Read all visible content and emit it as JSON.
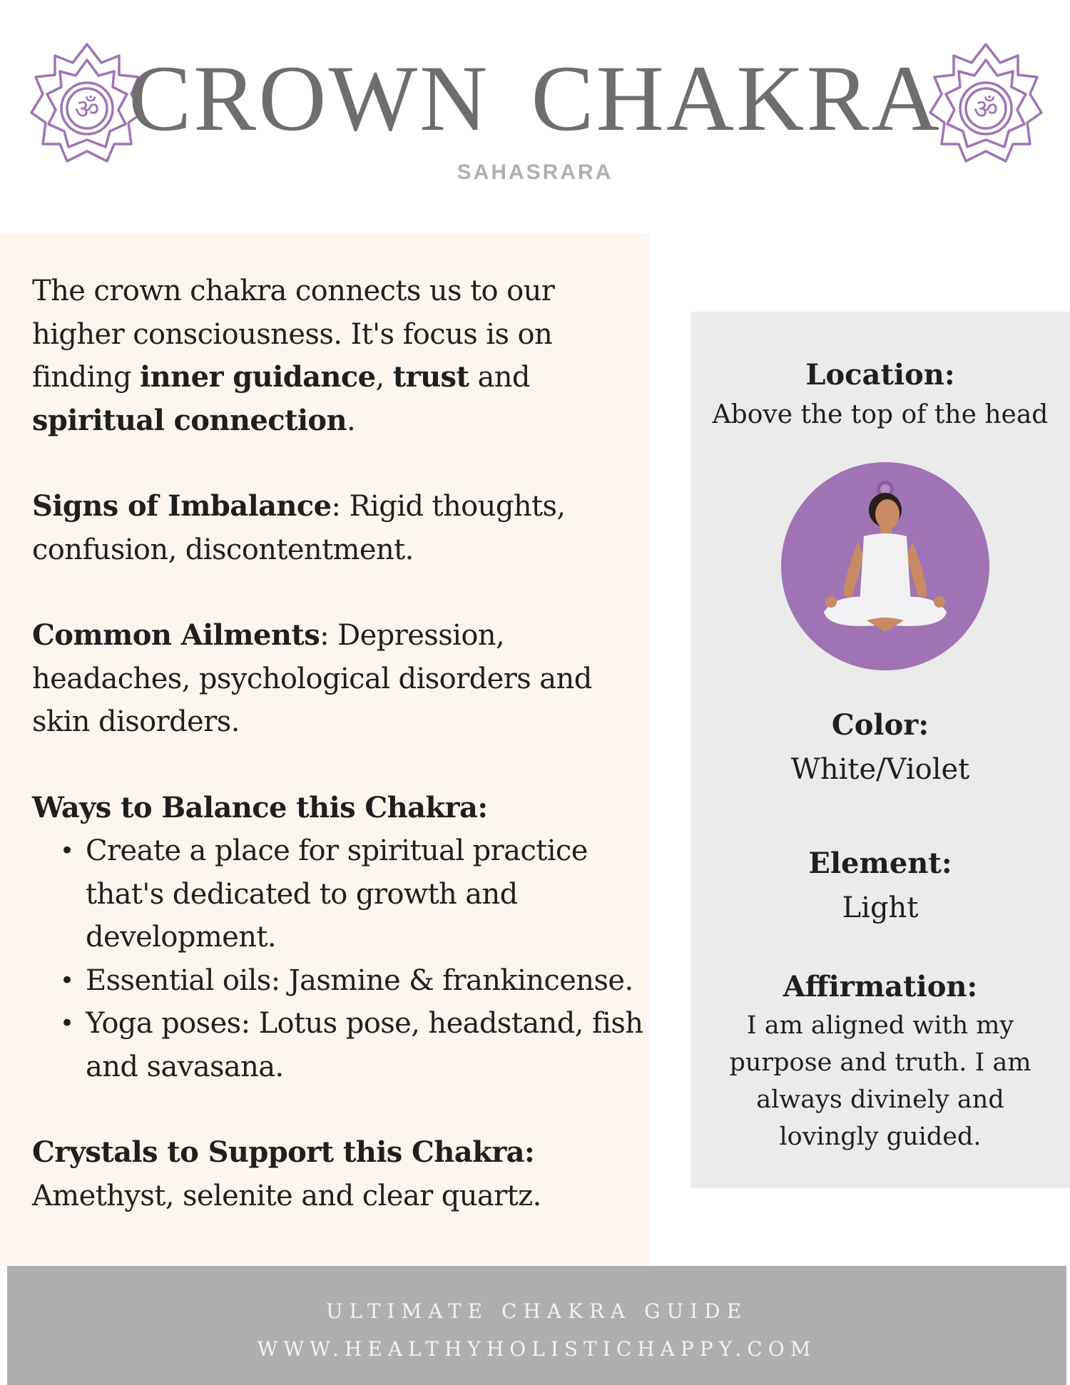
{
  "header": {
    "title": "CROWN  CHAKRA",
    "subtitle": "SAHASRARA"
  },
  "intro": {
    "text1": "The crown chakra connects us to our higher consciousness. It's focus is on finding ",
    "bold1": "inner guidance",
    "text2": ", ",
    "bold2": "trust",
    "text3": " and ",
    "bold3": "spiritual connection",
    "text4": "."
  },
  "imbalance": {
    "label": "Signs of Imbalance",
    "text": ":  Rigid thoughts, confusion, discontentment."
  },
  "ailments": {
    "label": "Common Ailments",
    "text": ": Depression, headaches, psychological disorders and skin disorders."
  },
  "ways": {
    "heading": "Ways to Balance this Chakra:",
    "items": [
      "Create a place for spiritual practice that's dedicated to growth and development.",
      "Essential oils: Jasmine & frankincense.",
      "Yoga poses: Lotus pose, headstand, fish and savasana."
    ]
  },
  "crystals": {
    "label": "Crystals to Support this Chakra:",
    "text": " Amethyst, selenite and clear quartz."
  },
  "sidebar": {
    "location_label": "Location:",
    "location_value": "Above the top of the head",
    "color_label": "Color:",
    "color_value": "White/Violet",
    "element_label": "Element:",
    "element_value": "Light",
    "affirmation_label": "Affirmation:",
    "affirmation_value": "I am aligned with my purpose and truth.  I am always divinely and lovingly guided."
  },
  "footer": {
    "line1": "ULTIMATE CHAKRA GUIDE",
    "line2": "WWW.HEALTHYHOLISTICHAPPY.COM"
  },
  "icons": {
    "lotus": "lotus-om-icon",
    "meditation": "meditating-figure-icon"
  },
  "colors": {
    "accent": "#a074b4",
    "panel_cream": "#fcf6ee",
    "panel_gray": "#ebebeb",
    "footer_gray": "#aeaeae",
    "title_gray": "#6e6e6e"
  }
}
